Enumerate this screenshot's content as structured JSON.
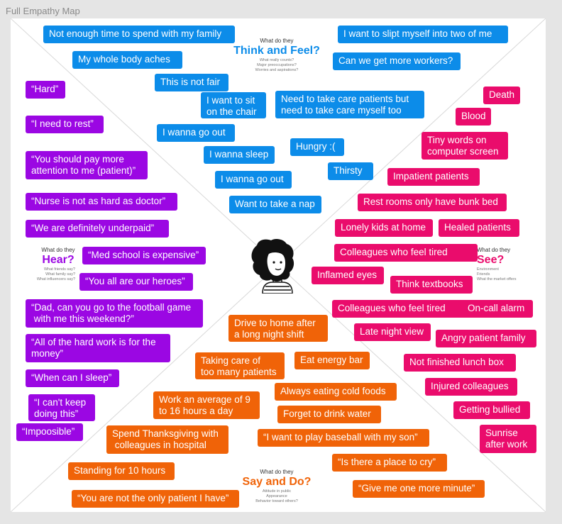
{
  "frame_title": "Full Empathy Map",
  "quadrants": {
    "think": {
      "prompt": "What do they",
      "title": "Think and Feel?",
      "sub": [
        "What really counts?",
        "Major preoccupations?",
        "Worries and aspirations?"
      ],
      "color": "#0c8ce9"
    },
    "hear": {
      "prompt": "What do they",
      "title": "Hear?",
      "sub": [
        "What friends say?",
        "What family say?",
        "What influencers say?"
      ],
      "color": "#9b07e3"
    },
    "see": {
      "prompt": "What do they",
      "title": "See?",
      "sub": [
        "Environment",
        "Friends",
        "What the market offers"
      ],
      "color": "#ea0c6c"
    },
    "do": {
      "prompt": "What do they",
      "title": "Say and Do?",
      "sub": [
        "Attitude in public",
        "Appearance",
        "Behavior toward others?"
      ],
      "color": "#f06308"
    }
  },
  "notes": {
    "think": [
      "Not enough time to spend with my family",
      "I want to slipt myself into two of me",
      "My whole body aches",
      "Can we get more workers?",
      "This is not fair",
      "I want to sit\non the chair",
      "Need to take care patients but\nneed to take care myself too",
      "I wanna go out",
      "Hungry :(",
      "I wanna sleep",
      "Thirsty",
      "I wanna go out",
      "Want to take a nap"
    ],
    "hear": [
      "“Hard”",
      "“I need to rest”",
      "“You should pay more\nattention to me (patient)”",
      "“Nurse is not as hard as doctor”",
      "“We are definitely underpaid”",
      "“Med school is expensive”",
      "“You all are our heroes”",
      "“Dad, can you go to the football game\n with me this weekend?”",
      "“All of the hard work is for the\nmoney”",
      "“When can I sleep”",
      "“I can't keep\ndoing this”",
      "“Impoosible”"
    ],
    "see": [
      "Death",
      "Blood",
      "Tiny words on\ncomputer screen",
      "Impatient patients",
      "Rest rooms only have bunk bed",
      "Lonely kids at home",
      "Healed patients",
      "Colleagues who feel tired",
      "Inflamed eyes",
      "Think textbooks",
      "Colleagues who feel tired",
      "On-call alarm",
      "Late night view",
      "Angry patient family",
      "Not finished lunch box",
      "Injured colleagues",
      "Getting bullied",
      "Sunrise\nafter work"
    ],
    "do": [
      "Drive to home after\na long night shift",
      "Taking care of\ntoo many patients",
      "Eat energy bar",
      "Always eating cold foods",
      "Work an average of 9\nto 16 hours a day",
      "Forget to drink water",
      "Spend Thanksgiving with\n colleagues in hospital",
      "“I want to play baseball with my son”",
      "Standing for 10 hours",
      "“Is there a place to cry”",
      "“Give me one more minute”",
      "“You are not the only patient I have”"
    ]
  }
}
